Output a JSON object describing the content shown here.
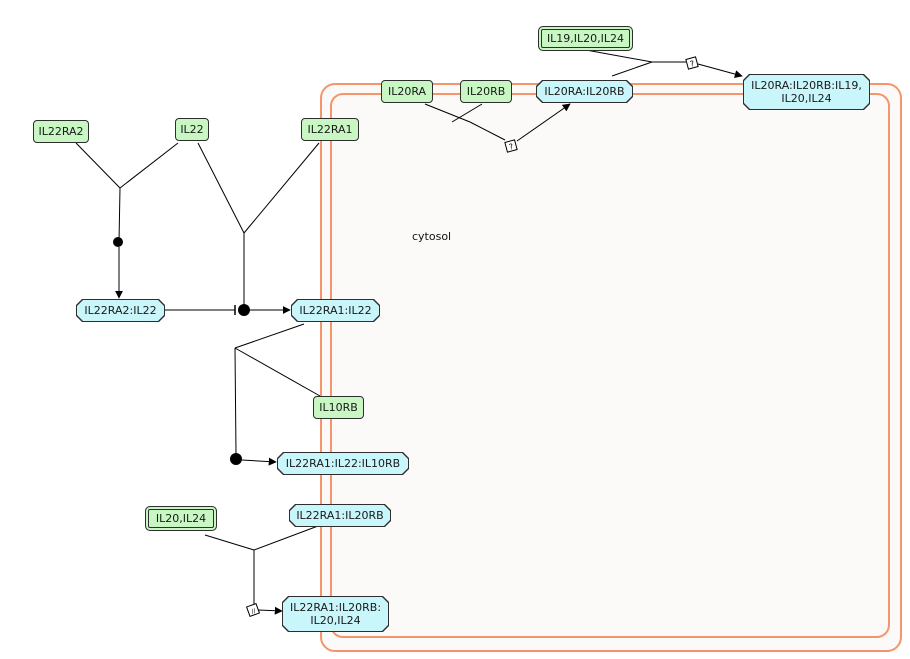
{
  "compartment": {
    "label": "cytosol"
  },
  "entities": {
    "il22ra2": "IL22RA2",
    "il22": "IL22",
    "il22ra1": "IL22RA1",
    "il20ra": "IL20RA",
    "il20rb": "IL20RB",
    "il19_il20_il24": "IL19,IL20,IL24",
    "il20ra_il20rb": "IL20RA:IL20RB",
    "il20ra_il20rb_il19_il20_il24": "IL20RA:IL20RB:IL19,\nIL20,IL24",
    "il22ra2_il22": "IL22RA2:IL22",
    "il22ra1_il22": "IL22RA1:IL22",
    "il10rb": "IL10RB",
    "il22ra1_il22_il10rb": "IL22RA1:IL22:IL10RB",
    "il20_il24": "IL20,IL24",
    "il22ra1_il20rb": "IL22RA1:IL20RB",
    "il22ra1_il20rb_il20_il24": "IL22RA1:IL20RB:\nIL20,IL24"
  },
  "reaction_markers": {
    "uncertain": "?",
    "omitted": "//"
  },
  "colors": {
    "protein_fill": "#c8f7c4",
    "complex_fill": "#c9f6fb",
    "compartment_border": "#f4956a",
    "compartment_fill": "#fcfaf8",
    "edge": "#000000"
  }
}
